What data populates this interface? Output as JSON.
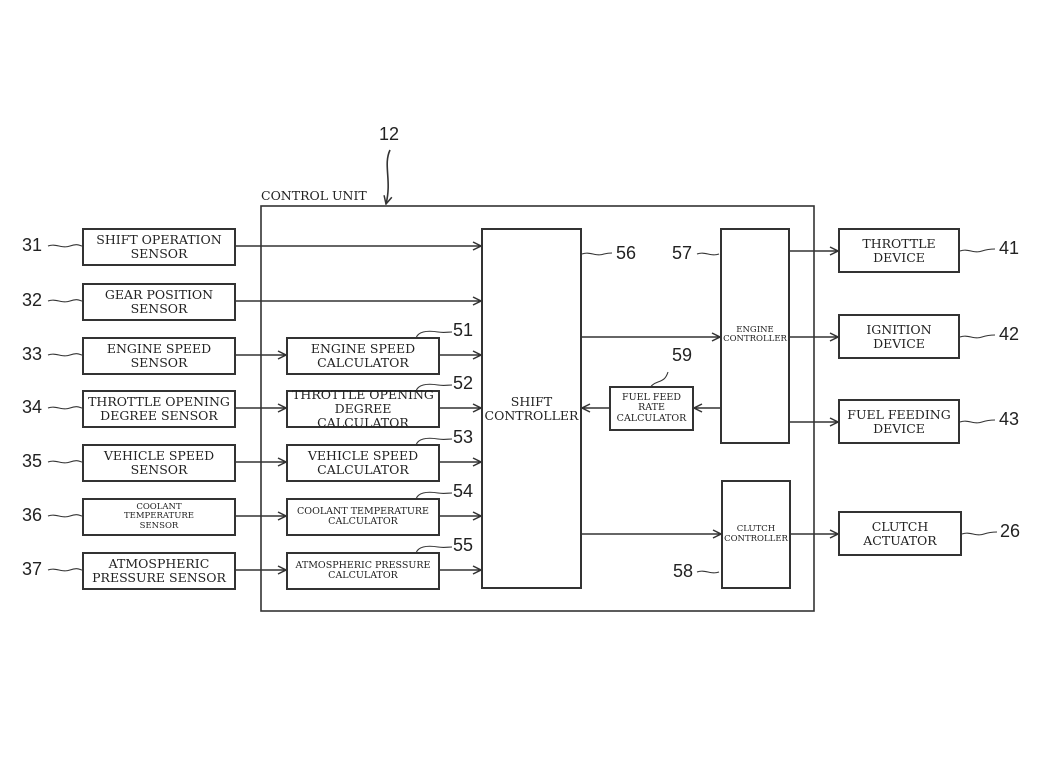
{
  "control_unit": {
    "label": "CONTROL UNIT",
    "ref": "12"
  },
  "sensors": [
    {
      "ref": "31",
      "label": "SHIFT OPERATION\nSENSOR"
    },
    {
      "ref": "32",
      "label": "GEAR POSITION\nSENSOR"
    },
    {
      "ref": "33",
      "label": "ENGINE SPEED\nSENSOR"
    },
    {
      "ref": "34",
      "label": "THROTTLE OPENING\nDEGREE SENSOR"
    },
    {
      "ref": "35",
      "label": "VEHICLE SPEED\nSENSOR"
    },
    {
      "ref": "36",
      "label": "COOLANT\nTEMPERATURE\nSENSOR"
    },
    {
      "ref": "37",
      "label": "ATMOSPHERIC\nPRESSURE SENSOR"
    }
  ],
  "calculators": [
    {
      "ref": "51",
      "label": "ENGINE SPEED\nCALCULATOR"
    },
    {
      "ref": "52",
      "label": "THROTTLE OPENING\nDEGREE CALCULATOR"
    },
    {
      "ref": "53",
      "label": "VEHICLE SPEED\nCALCULATOR"
    },
    {
      "ref": "54",
      "label": "COOLANT TEMPERATURE\nCALCULATOR"
    },
    {
      "ref": "55",
      "label": "ATMOSPHERIC PRESSURE\nCALCULATOR"
    }
  ],
  "shift_controller": {
    "ref": "56",
    "label": "SHIFT\nCONTROLLER"
  },
  "engine_controller": {
    "ref": "57",
    "label": "ENGINE\nCONTROLLER"
  },
  "clutch_controller": {
    "ref": "58",
    "label": "CLUTCH\nCONTROLLER"
  },
  "fuel_feed_calculator": {
    "ref": "59",
    "label": "FUEL FEED\nRATE\nCALCULATOR"
  },
  "outputs": [
    {
      "ref": "41",
      "label": "THROTTLE\nDEVICE"
    },
    {
      "ref": "42",
      "label": "IGNITION\nDEVICE"
    },
    {
      "ref": "43",
      "label": "FUEL FEEDING\nDEVICE"
    },
    {
      "ref": "26",
      "label": "CLUTCH\nACTUATOR"
    }
  ]
}
